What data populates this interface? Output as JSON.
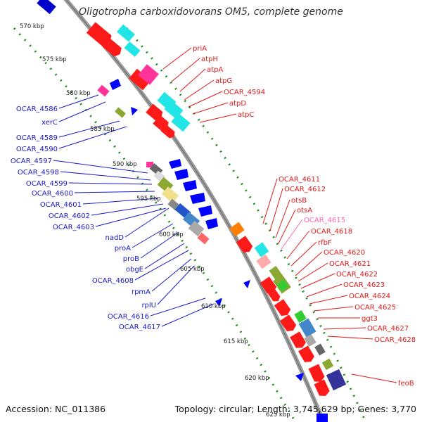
{
  "title": "Oligotropha carboxidovorans OM5, complete genome",
  "footer": {
    "accession": "Accession: NC_011386",
    "summary": "Topology: circular; Length: 3,745,629 bp; Genes: 3,770"
  },
  "colors": {
    "forward": "#ff0000",
    "reverse": "#0000ff",
    "pink": "#ff66aa",
    "dots": "#1a8f1a"
  },
  "scale_labels": [
    "570 kbp",
    "575 kbp",
    "580 kbp",
    "585 kbp",
    "590 kbp",
    "595 kbp",
    "600 kbp",
    "605 kbp",
    "610 kbp",
    "615 kbp",
    "620 kbp",
    "625 kbp"
  ],
  "left_labels": [
    "OCAR_4586",
    "xerC",
    "OCAR_4589",
    "OCAR_4590",
    "OCAR_4597",
    "OCAR_4598",
    "OCAR_4599",
    "OCAR_4600",
    "OCAR_4601",
    "OCAR_4602",
    "OCAR_4603",
    "nadD",
    "proA",
    "proB",
    "obgE",
    "OCAR_4608",
    "rpmA",
    "rplU",
    "OCAR_4616",
    "OCAR_4617"
  ],
  "right_labels": [
    "priA",
    "atpH",
    "atpA",
    "atpG",
    "OCAR_4594",
    "atpD",
    "atpC",
    "OCAR_4611",
    "OCAR_4612",
    "otsB",
    "otsA",
    "OCAR_4615",
    "OCAR_4618",
    "rfbF",
    "OCAR_4620",
    "OCAR_4621",
    "OCAR_4622",
    "OCAR_4623",
    "OCAR_4624",
    "OCAR_4625",
    "ggt3",
    "OCAR_4627",
    "OCAR_4628",
    "feoB"
  ]
}
